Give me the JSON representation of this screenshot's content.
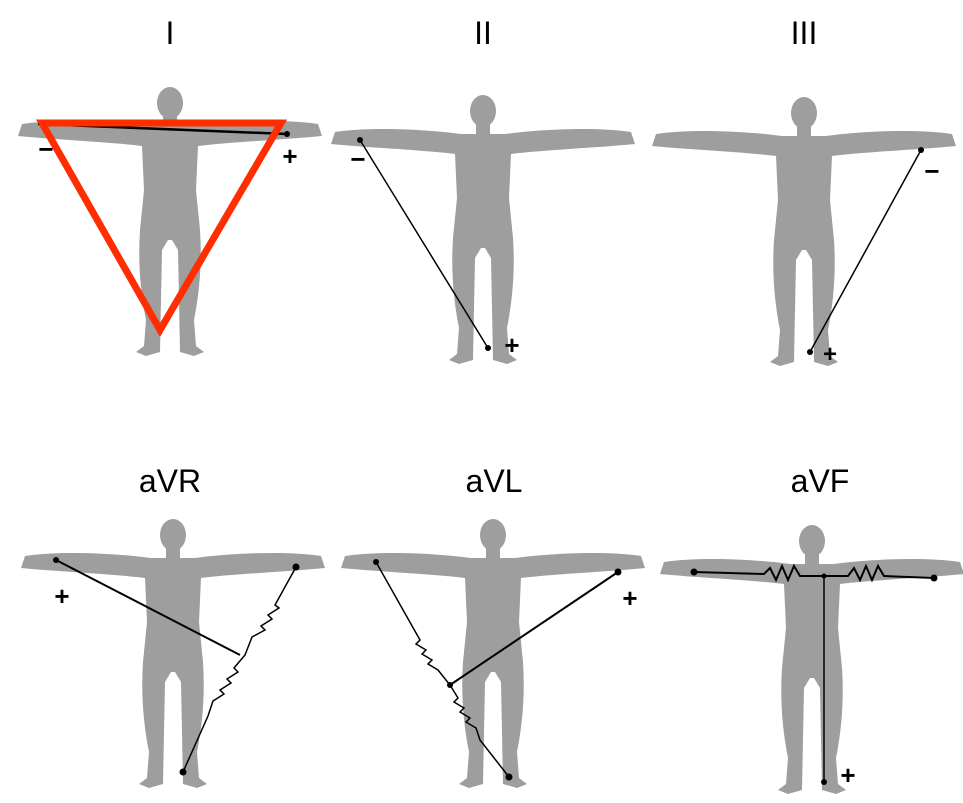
{
  "leads": [
    {
      "name": "I",
      "plus": "+",
      "minus": "−"
    },
    {
      "name": "II",
      "plus": "+",
      "minus": "−"
    },
    {
      "name": "III",
      "plus": "+",
      "minus": "−"
    },
    {
      "name": "aVR",
      "plus": "+"
    },
    {
      "name": "aVL",
      "plus": "+"
    },
    {
      "name": "aVF",
      "plus": "+"
    }
  ],
  "colors": {
    "body": "#9e9e9e",
    "line": "#000000",
    "triangle": "#ff2d00",
    "background": "#ffffff"
  }
}
